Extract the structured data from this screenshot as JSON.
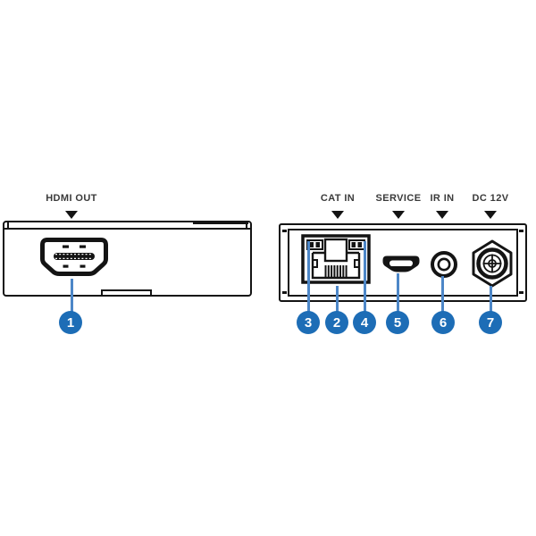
{
  "colors": {
    "background": "#ffffff",
    "outline": "#141414",
    "label_text": "#3a3a3a",
    "callout_circle_blue": "#1d6db6",
    "callout_line_blue": "#4d87c8",
    "callout_number_text": "#ffffff"
  },
  "front_panel": {
    "labels": [
      {
        "text": "HDMI OUT",
        "icon": "down-triangle"
      }
    ],
    "ports": [
      {
        "icon": "hdmi-female-port"
      }
    ],
    "callouts": [
      {
        "number": "1",
        "points_to": "HDMI OUT port"
      }
    ]
  },
  "rear_panel": {
    "labels": [
      {
        "text": "CAT IN",
        "icon": "down-triangle"
      },
      {
        "text": "SERVICE",
        "icon": "down-triangle"
      },
      {
        "text": "IR IN",
        "icon": "down-triangle"
      },
      {
        "text": "DC 12V",
        "icon": "down-triangle"
      }
    ],
    "ports": [
      {
        "icon": "rj45-port"
      },
      {
        "icon": "micro-usb-port"
      },
      {
        "icon": "3.5mm-jack"
      },
      {
        "icon": "dc-locking-connector"
      }
    ],
    "callouts": [
      {
        "number": "3",
        "points_to": "CAT IN left LED"
      },
      {
        "number": "2",
        "points_to": "CAT IN port"
      },
      {
        "number": "4",
        "points_to": "CAT IN right LED"
      },
      {
        "number": "5",
        "points_to": "SERVICE port"
      },
      {
        "number": "6",
        "points_to": "IR IN jack"
      },
      {
        "number": "7",
        "points_to": "DC 12V connector"
      }
    ]
  }
}
